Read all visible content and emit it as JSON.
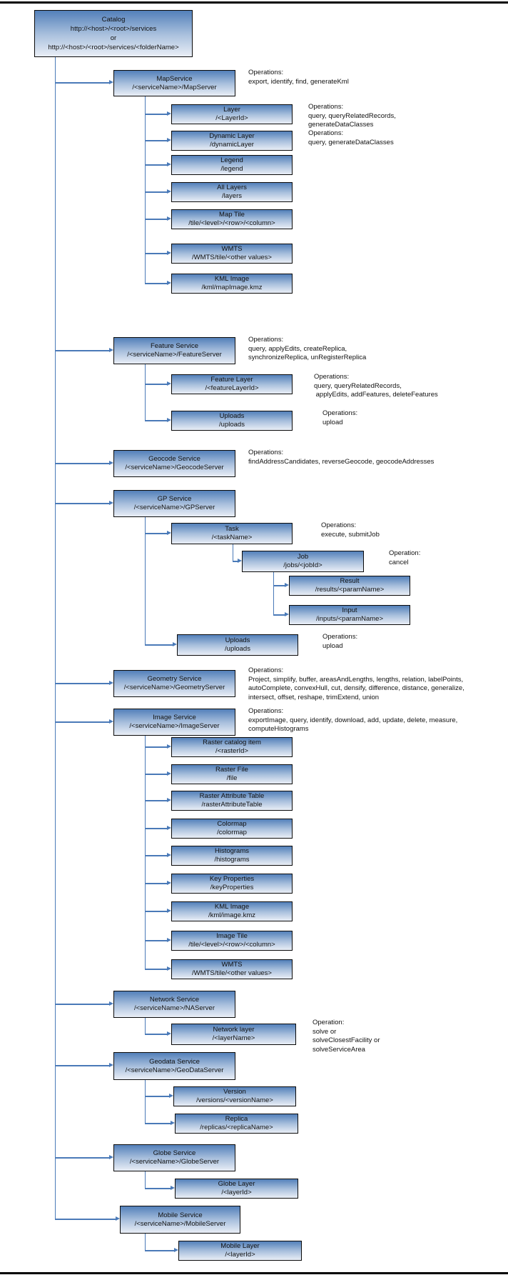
{
  "diagram": {
    "description": "ArcGIS REST services catalog hierarchy",
    "nodes": [
      {
        "id": "catalog",
        "title": "Catalog",
        "path": "http://<host>/<root>/services\nor\nhttp://<host>/<root>/services/<folderName>"
      },
      {
        "id": "map-service",
        "title": "MapService",
        "path": "/<serviceName>/MapServer",
        "ops": "Operations:\nexport, identify, find, generateKml"
      },
      {
        "id": "layer",
        "title": "Layer",
        "path": "/<LayerId>",
        "ops": "Operations:\nquery, queryRelatedRecords,\ngenerateDataClasses"
      },
      {
        "id": "dynamic-layer",
        "title": "Dynamic Layer",
        "path": "/dynamicLayer",
        "ops": "Operations:\nquery, generateDataClasses"
      },
      {
        "id": "legend",
        "title": "Legend",
        "path": "/legend"
      },
      {
        "id": "all-layers",
        "title": "All Layers",
        "path": "/layers"
      },
      {
        "id": "map-tile",
        "title": "Map Tile",
        "path": "/tile/<level>/<row>/<column>"
      },
      {
        "id": "wmts-map",
        "title": "WMTS",
        "path": "/WMTS/tile/<other values>"
      },
      {
        "id": "kml-image-map",
        "title": "KML Image",
        "path": "/kml/mapImage.kmz"
      },
      {
        "id": "feature-service",
        "title": "Feature Service",
        "path": "/<serviceName>/FeatureServer",
        "ops": "Operations:\nquery, applyEdits, createReplica,\nsynchronizeReplica, unRegisterReplica"
      },
      {
        "id": "feature-layer",
        "title": "Feature Layer",
        "path": "/<featureLayerId>",
        "ops": "Operations:\nquery, queryRelatedRecords,\n applyEdits, addFeatures, deleteFeatures"
      },
      {
        "id": "uploads-feature",
        "title": "Uploads",
        "path": "/uploads",
        "ops": "Operations:\nupload"
      },
      {
        "id": "geocode-service",
        "title": "Geocode Service",
        "path": "/<serviceName>/GeocodeServer",
        "ops": "Operations:\nfindAddressCandidates, reverseGeocode, geocodeAddresses"
      },
      {
        "id": "gp-service",
        "title": "GP Service",
        "path": "/<serviceName>/GPServer"
      },
      {
        "id": "task",
        "title": "Task",
        "path": "/<taskName>",
        "ops": "Operations:\nexecute, submitJob"
      },
      {
        "id": "job",
        "title": "Job",
        "path": "/jobs/<jobId>",
        "ops": "Operation:\ncancel"
      },
      {
        "id": "result",
        "title": "Result",
        "path": "/results/<paramName>"
      },
      {
        "id": "input",
        "title": "Input",
        "path": "/inputs/<paramName>"
      },
      {
        "id": "uploads-gp",
        "title": "Uploads",
        "path": "/uploads",
        "ops": "Operations:\nupload"
      },
      {
        "id": "geometry-service",
        "title": "Geometry Service",
        "path": "/<serviceName>/GeometryServer",
        "ops": "Operations:\nProject, simplify, buffer, areasAndLengths, lengths, relation, labelPoints,\nautoComplete, convexHull, cut, densify, difference, distance, generalize,\nintersect, offset, reshape, trimExtend, union"
      },
      {
        "id": "image-service",
        "title": "Image Service",
        "path": "/<serviceName>/ImageServer",
        "ops": "Operations:\nexportImage, query, identify, download, add, update, delete, measure,\ncomputeHistograms"
      },
      {
        "id": "raster-catalog-item",
        "title": "Raster catalog item",
        "path": "/<rasterId>"
      },
      {
        "id": "raster-file",
        "title": "Raster File",
        "path": "/file"
      },
      {
        "id": "raster-attribute-table",
        "title": "Raster Attribute Table",
        "path": "/rasterAttributeTable"
      },
      {
        "id": "colormap",
        "title": "Colormap",
        "path": "/colormap"
      },
      {
        "id": "histograms",
        "title": "Histograms",
        "path": "/histograms"
      },
      {
        "id": "key-properties",
        "title": "Key Properties",
        "path": "/keyProperties"
      },
      {
        "id": "kml-image-image",
        "title": "KML Image",
        "path": "/kml/image.kmz"
      },
      {
        "id": "image-tile",
        "title": "Image Tile",
        "path": "/tile/<level>/<row>/<column>"
      },
      {
        "id": "wmts-image",
        "title": "WMTS",
        "path": "/WMTS/tile/<other values>"
      },
      {
        "id": "network-service",
        "title": "Network Service",
        "path": "/<serviceName>/NAServer"
      },
      {
        "id": "network-layer",
        "title": "Network layer",
        "path": "/<layerName>",
        "ops": "Operation:\nsolve or\nsolveClosestFacility or\nsolveServiceArea"
      },
      {
        "id": "geodata-service",
        "title": "Geodata Service",
        "path": "/<serviceName>/GeoDataServer"
      },
      {
        "id": "version",
        "title": "Version",
        "path": "/versions/<versionName>"
      },
      {
        "id": "replica",
        "title": "Replica",
        "path": "/replicas/<replicaName>"
      },
      {
        "id": "globe-service",
        "title": "Globe Service",
        "path": "/<serviceName>/GlobeServer"
      },
      {
        "id": "globe-layer",
        "title": "Globe Layer",
        "path": "/<layerId>"
      },
      {
        "id": "mobile-service",
        "title": "Mobile Service",
        "path": "/<serviceName>/MobileServer"
      },
      {
        "id": "mobile-layer",
        "title": "Mobile Layer",
        "path": "/<layerId>"
      }
    ]
  },
  "colors": {
    "box_top": "#5380ba",
    "box_mid": "#a9c0dd",
    "box_bottom": "#e9eef6",
    "connector": "#4a7ab8",
    "border": "#0a0a0a",
    "rule": "#000000"
  }
}
